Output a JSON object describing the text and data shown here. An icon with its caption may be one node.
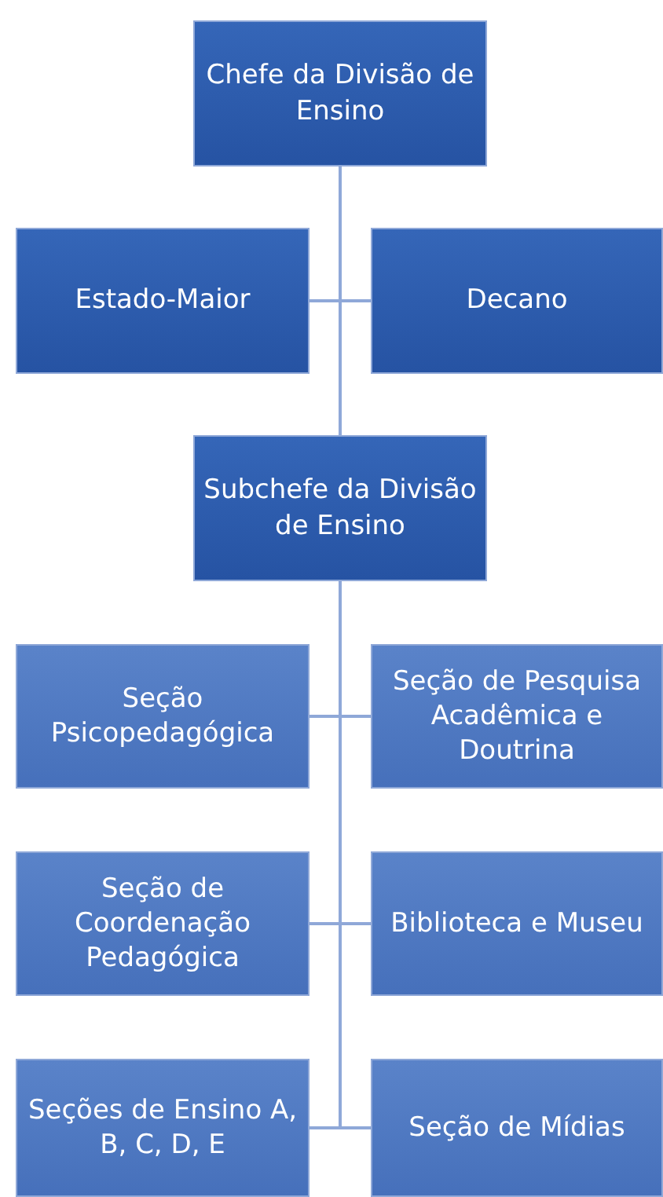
{
  "diagram": {
    "nodes": [
      {
        "text": [
          "Chefe da Divisão de Ensino"
        ]
      },
      {
        "text": [
          "Estado-Maior"
        ]
      },
      {
        "text": [
          "Decano"
        ]
      },
      {
        "text": [
          "Subchefe da Divisão de Ensino"
        ]
      },
      {
        "text": [
          "Seção Psicopedagógica"
        ]
      },
      {
        "text": [
          "Seção de Pesquisa Acadêmica e Doutrina"
        ]
      },
      {
        "text": [
          "Seção de Coordenação Pedagógica"
        ]
      },
      {
        "text": [
          "Biblioteca e Museu"
        ]
      },
      {
        "text": [
          "Seções de Ensino A, B, C, D, E"
        ]
      },
      {
        "text": [
          "Seção de Mídias"
        ]
      }
    ],
    "edges": [
      {
        "from": 0,
        "to": 1,
        "arrow": "none"
      },
      {
        "from": 0,
        "to": 2,
        "arrow": "none"
      },
      {
        "from": 0,
        "to": 3,
        "arrow": "none"
      },
      {
        "from": 3,
        "to": 4,
        "arrow": "none"
      },
      {
        "from": 3,
        "to": 5,
        "arrow": "none"
      },
      {
        "from": 3,
        "to": 6,
        "arrow": "none"
      },
      {
        "from": 3,
        "to": 7,
        "arrow": "none"
      },
      {
        "from": 3,
        "to": 8,
        "arrow": "none"
      },
      {
        "from": 3,
        "to": 9,
        "arrow": "none"
      }
    ]
  }
}
